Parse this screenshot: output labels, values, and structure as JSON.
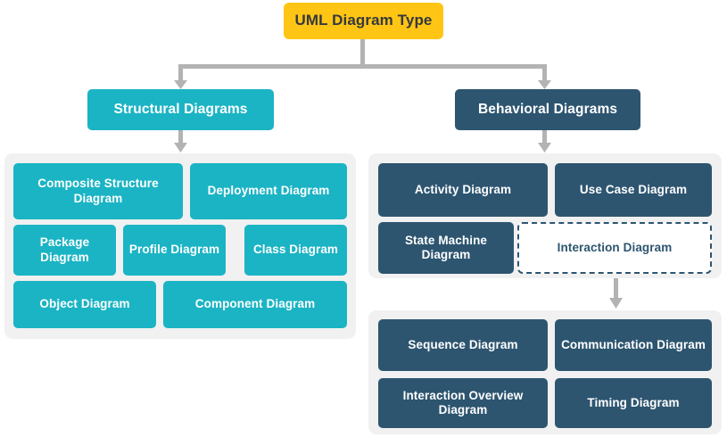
{
  "diagram": {
    "title": "UML Diagram Type",
    "type": "hierarchy-tree",
    "colors": {
      "root": "#FFC515",
      "root_text": "#34393D",
      "structural": "#1BB4C4",
      "behavioral": "#2D5570",
      "panel_background": "#F1F1F1",
      "connector": "#B3B3B3",
      "page_background": "#FFFFFF",
      "dashed_node_background": "#FFFFFF"
    }
  },
  "root": {
    "label": "UML Diagram Type"
  },
  "branches": {
    "structural": {
      "label": "Structural Diagrams",
      "children": [
        {
          "label": "Composite Structure Diagram"
        },
        {
          "label": "Deployment Diagram"
        },
        {
          "label": "Package Diagram"
        },
        {
          "label": "Profile Diagram"
        },
        {
          "label": "Class Diagram"
        },
        {
          "label": "Object Diagram"
        },
        {
          "label": "Component Diagram"
        }
      ]
    },
    "behavioral": {
      "label": "Behavioral Diagrams",
      "children": [
        {
          "label": "Activity Diagram"
        },
        {
          "label": "Use Case Diagram"
        },
        {
          "label": "State Machine Diagram"
        },
        {
          "label": "Interaction Diagram"
        }
      ],
      "interaction_children": [
        {
          "label": "Sequence Diagram"
        },
        {
          "label": "Communication Diagram"
        },
        {
          "label": "Interaction Overview Diagram"
        },
        {
          "label": "Timing Diagram"
        }
      ]
    }
  }
}
